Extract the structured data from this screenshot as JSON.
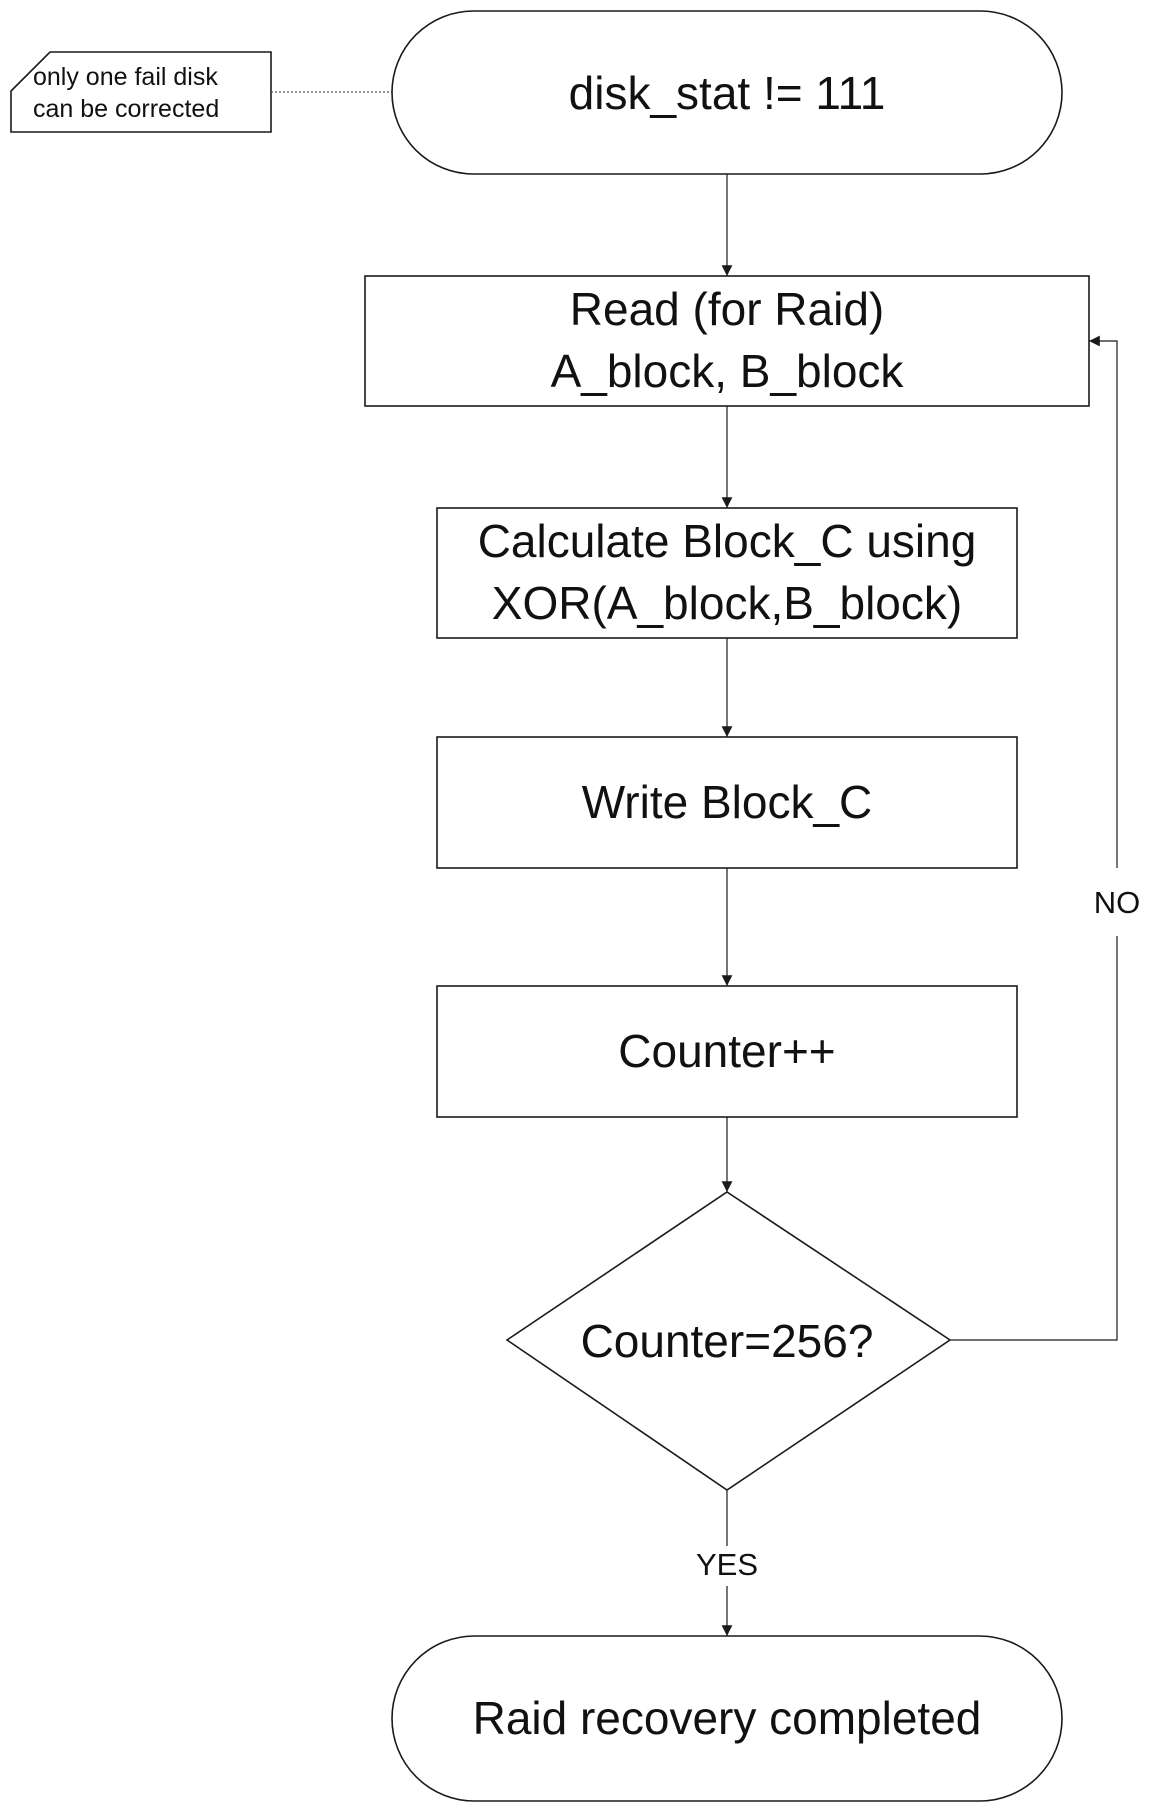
{
  "nodes": {
    "start": {
      "text": "disk_stat != 111"
    },
    "read": {
      "line1": "Read (for Raid)",
      "line2": "A_block, B_block"
    },
    "calculate": {
      "line1": "Calculate Block_C using",
      "line2": "XOR(A_block,B_block)"
    },
    "write": {
      "text": "Write Block_C"
    },
    "counter": {
      "text": "Counter++"
    },
    "decision": {
      "text": "Counter=256?"
    },
    "end": {
      "text": "Raid recovery completed"
    }
  },
  "note": {
    "line1": "only one fail disk",
    "line2": "can be corrected"
  },
  "edge_labels": {
    "no": "NO",
    "yes": "YES"
  }
}
